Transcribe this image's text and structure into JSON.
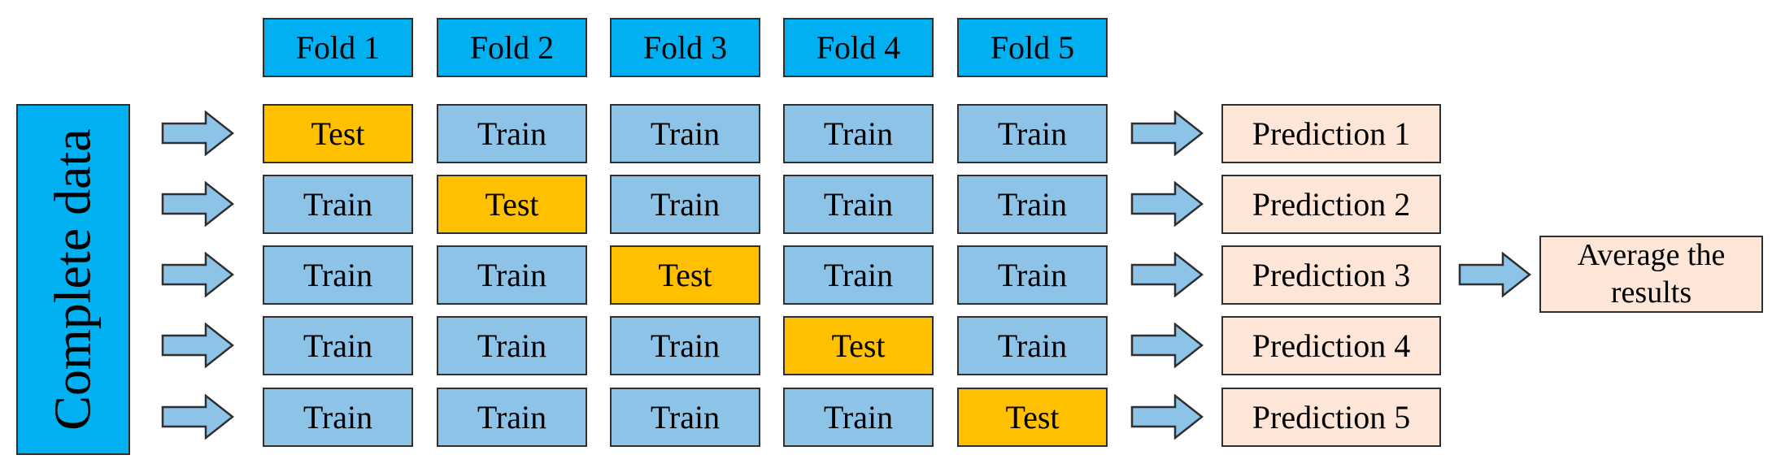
{
  "colors": {
    "fold_header": "#00b0f0",
    "complete_data": "#00b0f0",
    "train": "#8ec3e8",
    "test": "#ffc000",
    "prediction": "#fde5d8",
    "arrow_fill": "#8ec3e8",
    "border": "#2f2f2f"
  },
  "complete_data_label": "Complete data",
  "folds": [
    "Fold 1",
    "Fold 2",
    "Fold 3",
    "Fold 4",
    "Fold 5"
  ],
  "rows": [
    [
      "Test",
      "Train",
      "Train",
      "Train",
      "Train"
    ],
    [
      "Train",
      "Test",
      "Train",
      "Train",
      "Train"
    ],
    [
      "Train",
      "Train",
      "Test",
      "Train",
      "Train"
    ],
    [
      "Train",
      "Train",
      "Train",
      "Test",
      "Train"
    ],
    [
      "Train",
      "Train",
      "Train",
      "Train",
      "Test"
    ]
  ],
  "predictions": [
    "Prediction 1",
    "Prediction 2",
    "Prediction 3",
    "Prediction 4",
    "Prediction 5"
  ],
  "average": "Average the results"
}
